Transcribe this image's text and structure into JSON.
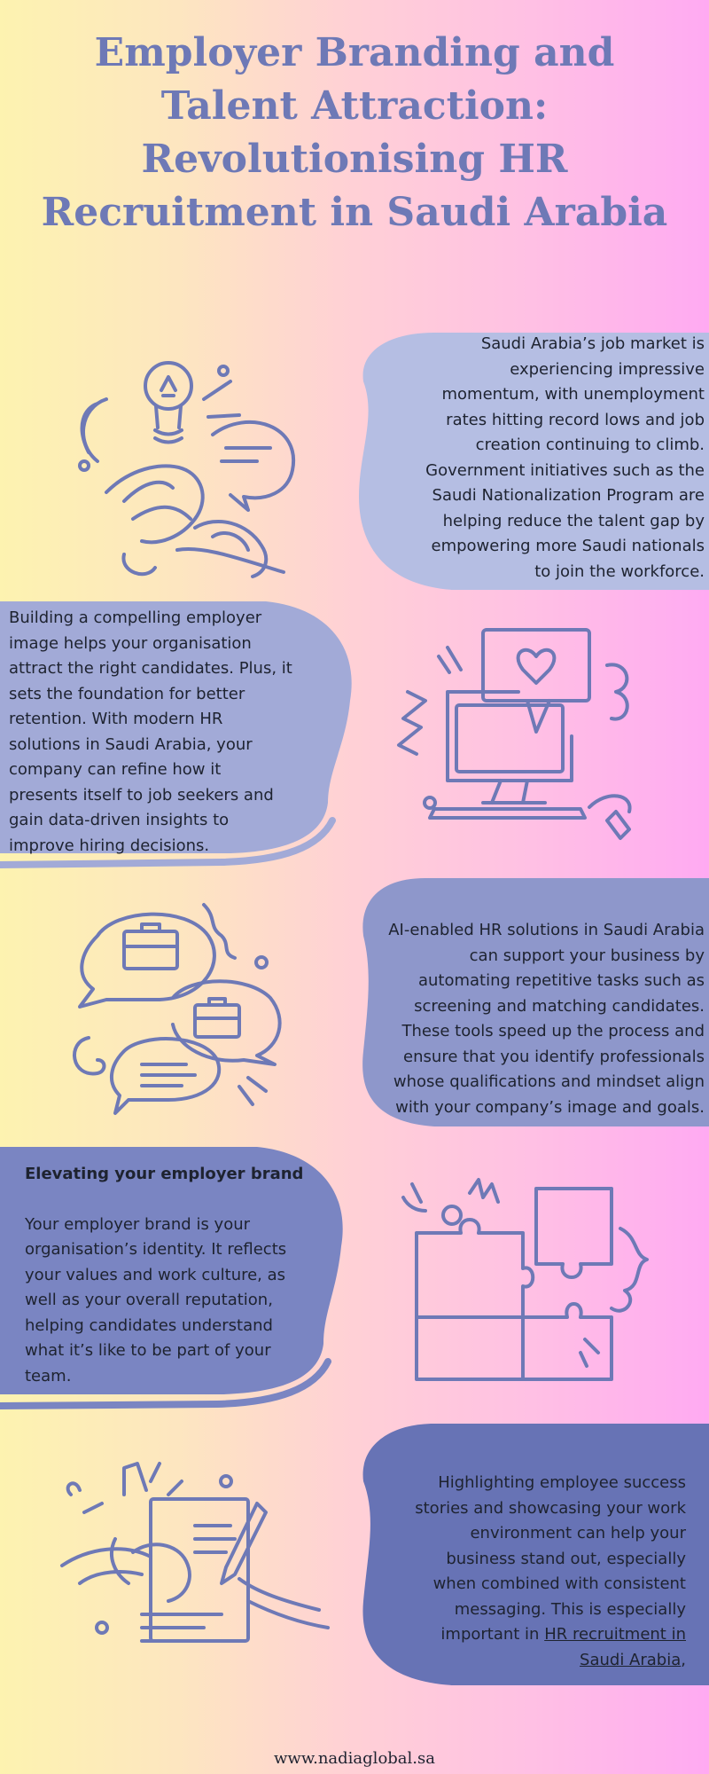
{
  "title": [
    "Employer Branding and",
    "Talent Attraction:",
    "Revolutionising HR",
    "Recruitment in Saudi Arabia"
  ],
  "colors": {
    "title": "#6e79b6",
    "blob1": "#b5bee3",
    "blob2": "#a2aad7",
    "blob3": "#8e97cb",
    "blob4": "#7a85c2",
    "blob5": "#6773b5",
    "line_art": "#6e79b6"
  },
  "sections": [
    {
      "lines": [
        "Saudi Arabia’s job market is",
        "experiencing impressive",
        "momentum, with unemployment",
        "rates hitting record lows and job",
        "creation continuing to climb.",
        "Government initiatives such as the",
        "Saudi Nationalization Program are",
        "helping reduce the talent gap by",
        "empowering more Saudi nationals",
        "to join the workforce."
      ],
      "illustration": "lightbulb-hands-icon"
    },
    {
      "lines": [
        "Building a compelling employer",
        "image helps your organisation",
        "attract the right candidates. Plus, it",
        "sets the foundation for better",
        "retention. With modern HR",
        "solutions in Saudi Arabia, your",
        "company can refine how it",
        "presents itself to job seekers and",
        "gain data-driven insights to",
        "improve hiring decisions."
      ],
      "illustration": "computer-heart-icon"
    },
    {
      "lines": [
        "AI-enabled HR solutions in Saudi Arabia",
        "can support your business by",
        "automating repetitive tasks such as",
        "screening and matching candidates.",
        "These tools speed up the process and",
        "ensure that you identify professionals",
        "whose qualifications and mindset align",
        "with your company’s image and goals."
      ],
      "illustration": "briefcase-chat-icon"
    },
    {
      "heading": "Elevating your employer brand",
      "lines": [
        "Your employer brand is your",
        "organisation’s identity. It reflects",
        "your values and work culture, as",
        "well as your overall reputation,",
        "helping candidates understand",
        "what it’s like to be part of your",
        "team."
      ],
      "illustration": "puzzle-pieces-icon"
    },
    {
      "lines": [
        "Highlighting employee success",
        "stories and showcasing your work",
        "environment can help your",
        "business stand out, especially",
        "when combined with consistent",
        "messaging. This is especially"
      ],
      "line_before_link": "important in ",
      "link_text_1": "HR recruitment in",
      "link_text_2": "Saudi Arabia",
      "after_link": ",",
      "illustration": "contract-signing-icon"
    }
  ],
  "footer": "www.nadiaglobal.sa"
}
